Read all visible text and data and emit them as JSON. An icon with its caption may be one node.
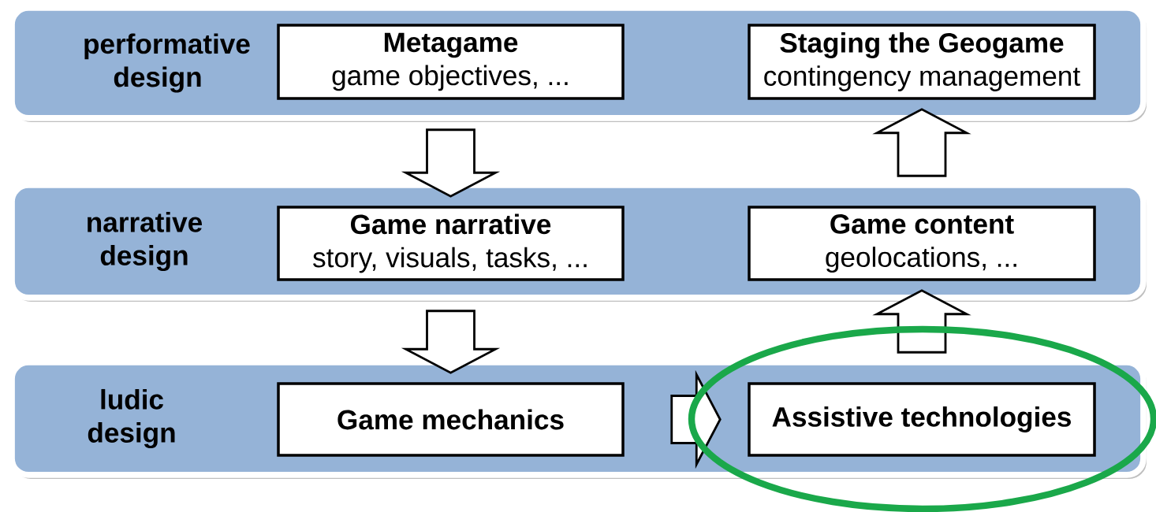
{
  "diagram": {
    "nodes": [
      {
        "text": [
          "performative design"
        ]
      },
      {
        "text": [
          "Metagame",
          "game objectives, ..."
        ],
        "in": 0
      },
      {
        "text": [
          "Staging the Geogame",
          "contingency management"
        ],
        "in": 0
      },
      {
        "text": [
          "narrative design"
        ]
      },
      {
        "text": [
          "Game narrative",
          "story, visuals, tasks, ..."
        ],
        "in": 3
      },
      {
        "text": [
          "Game content",
          "geolocations, ..."
        ],
        "in": 3
      },
      {
        "text": [
          "ludic design"
        ]
      },
      {
        "text": [
          "Game mechanics"
        ],
        "in": 6
      },
      {
        "text": [
          "Assistive technologies"
        ],
        "in": 6
      }
    ],
    "edges": [
      {
        "from": 1,
        "to": 4,
        "arrow": "to"
      },
      {
        "from": 4,
        "to": 7,
        "arrow": "to"
      },
      {
        "from": 7,
        "to": 8,
        "arrow": "to"
      },
      {
        "from": 8,
        "to": 5,
        "arrow": "to"
      },
      {
        "from": 5,
        "to": 2,
        "arrow": "to"
      }
    ]
  }
}
